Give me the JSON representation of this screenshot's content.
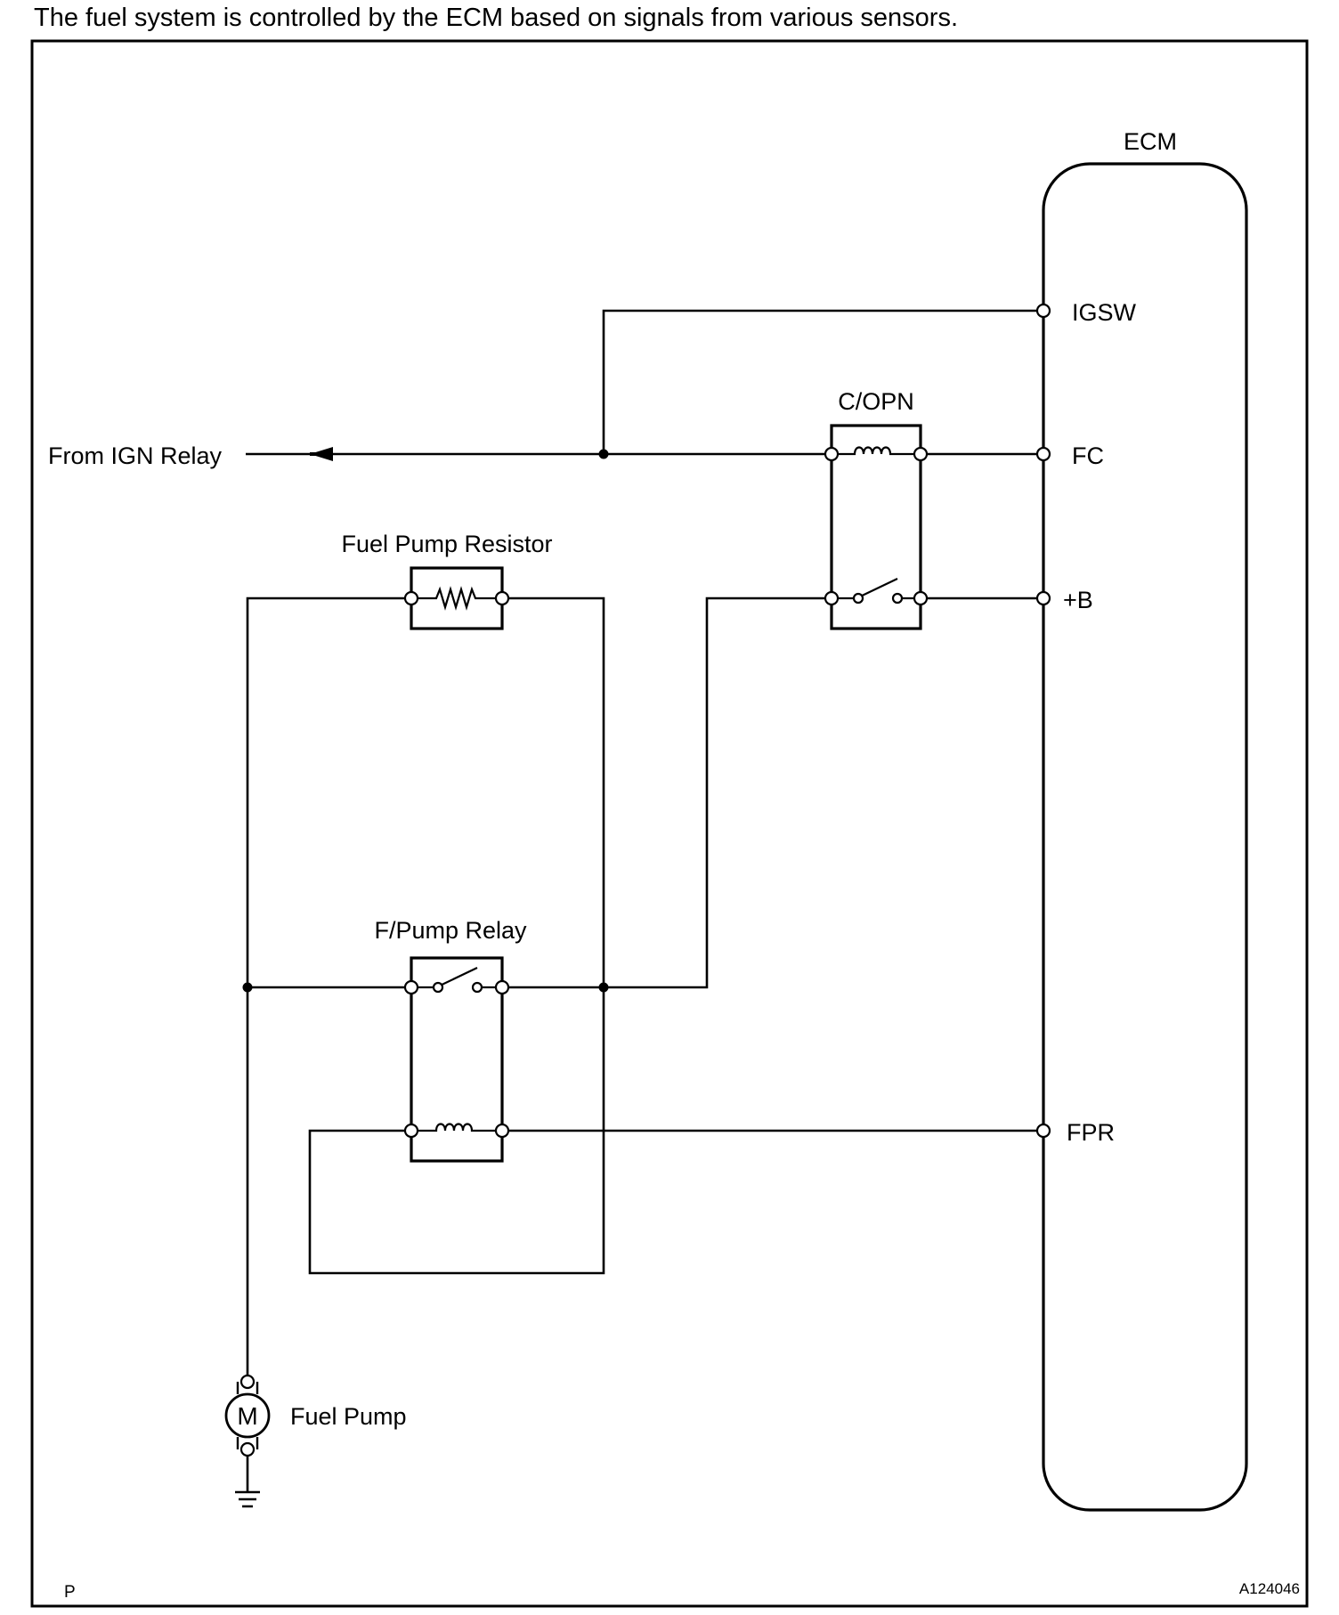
{
  "intro_text": "The fuel system is controlled by the ECM based on signals from various sensors.",
  "diagram": {
    "ecm_label": "ECM",
    "terminals": {
      "igsw": "IGSW",
      "fc": "FC",
      "b_plus": "+B",
      "fpr": "FPR"
    },
    "source_label": "From IGN Relay",
    "copn_label": "C/OPN",
    "resistor_label": "Fuel Pump Resistor",
    "fpump_relay_label": "F/Pump Relay",
    "motor_symbol": "M",
    "fuel_pump_label": "Fuel Pump",
    "corner_code": "P",
    "figure_code": "A124046"
  }
}
